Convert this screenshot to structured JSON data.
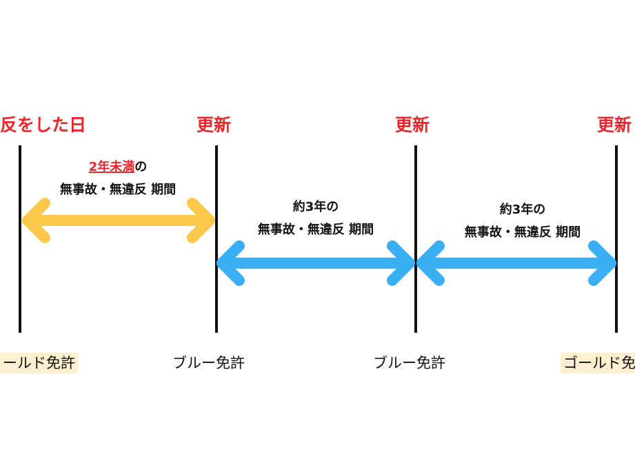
{
  "top_labels": {
    "start": "反をした日",
    "renewal_1": "更新",
    "renewal_2": "更新",
    "renewal_3": "更新"
  },
  "periods": [
    {
      "highlight": "2年未満",
      "line1_suffix": "の",
      "line2": "無事故・無違反 期間",
      "arrow_color": "#fdc84c"
    },
    {
      "line1": "約3年の",
      "line2": "無事故・無違反 期間",
      "arrow_color": "#3aaff5"
    },
    {
      "line1": "約3年の",
      "line2": "無事故・無違反 期間",
      "arrow_color": "#3aaff5"
    }
  ],
  "license_labels": {
    "first": "ールド免許",
    "second": "ブルー免許",
    "third": "ブルー免許",
    "fourth": "ゴールド免"
  },
  "colors": {
    "accent_red": "#e8262b",
    "gold_arrow": "#fdc84c",
    "blue_arrow": "#3aaff5",
    "gold_badge_bg": "#fdefd0"
  }
}
